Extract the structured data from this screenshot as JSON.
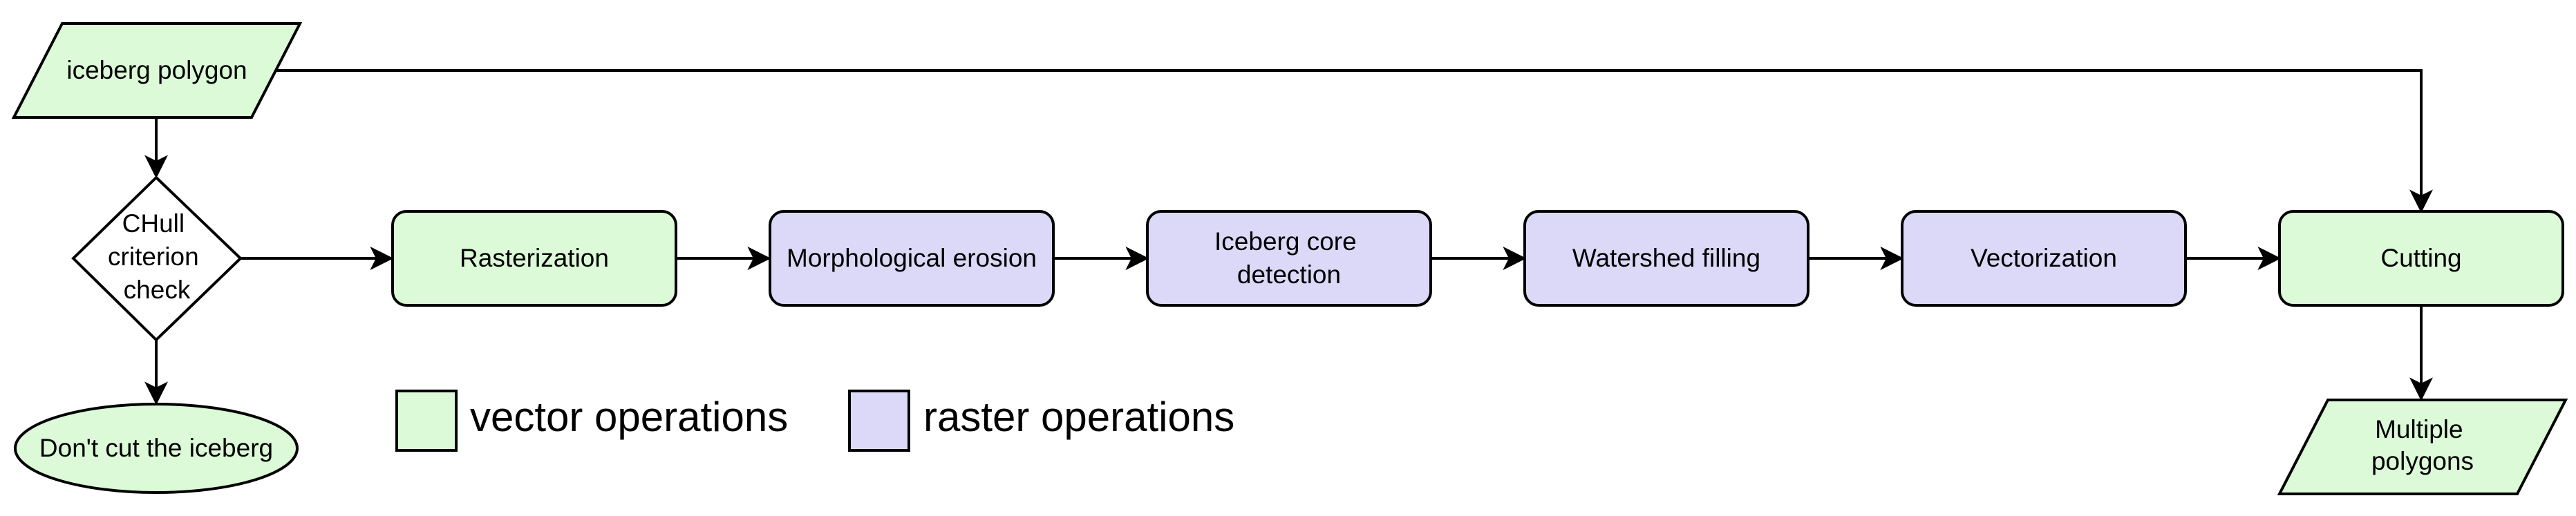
{
  "colors": {
    "vector": "#dcfad8",
    "raster": "#dcd9f8",
    "diamond": "#ffffff",
    "stroke": "#000000"
  },
  "nodes": {
    "input": {
      "lines": [
        "iceberg polygon"
      ],
      "kind": "vector",
      "shape": "parallelogram"
    },
    "chull": {
      "lines": [
        "CHull",
        "criterion",
        "check"
      ],
      "shape": "diamond"
    },
    "nocut": {
      "lines": [
        "Don't cut the iceberg"
      ],
      "kind": "vector",
      "shape": "ellipse"
    },
    "raster": {
      "lines": [
        "Rasterization"
      ],
      "kind": "vector",
      "shape": "rounded-rect"
    },
    "erosion": {
      "lines": [
        "Morphological erosion"
      ],
      "kind": "raster",
      "shape": "rounded-rect"
    },
    "core": {
      "lines": [
        "Iceberg core",
        "detection"
      ],
      "kind": "raster",
      "shape": "rounded-rect"
    },
    "watershed": {
      "lines": [
        "Watershed filling"
      ],
      "kind": "raster",
      "shape": "rounded-rect"
    },
    "vector": {
      "lines": [
        "Vectorization"
      ],
      "kind": "raster",
      "shape": "rounded-rect"
    },
    "cutting": {
      "lines": [
        "Cutting"
      ],
      "kind": "vector",
      "shape": "rounded-rect"
    },
    "output": {
      "lines": [
        "Multiple",
        "polygons"
      ],
      "kind": "vector",
      "shape": "parallelogram"
    }
  },
  "edges": [
    [
      "input",
      "chull"
    ],
    [
      "chull",
      "nocut"
    ],
    [
      "chull",
      "raster"
    ],
    [
      "raster",
      "erosion"
    ],
    [
      "erosion",
      "core"
    ],
    [
      "core",
      "watershed"
    ],
    [
      "watershed",
      "vector"
    ],
    [
      "vector",
      "cutting"
    ],
    [
      "input",
      "cutting"
    ],
    [
      "cutting",
      "output"
    ]
  ],
  "legend": {
    "vector_label": "vector operations",
    "raster_label": "raster operations"
  }
}
